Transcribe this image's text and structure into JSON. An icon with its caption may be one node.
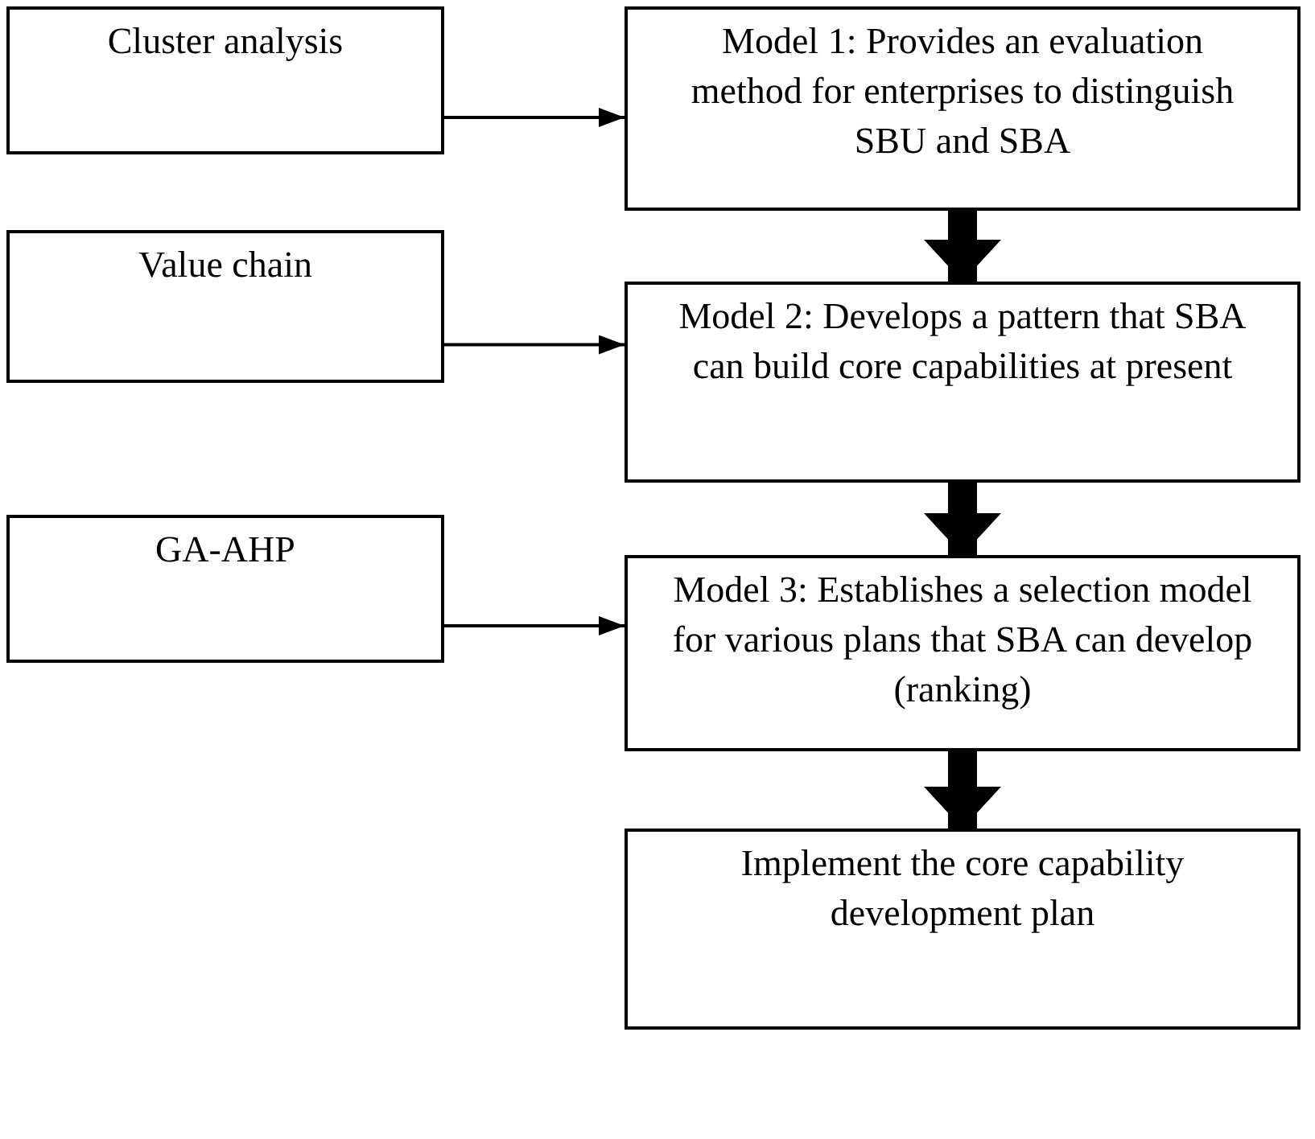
{
  "diagram": {
    "nodes": [
      {
        "text": [
          "Cluster analysis"
        ]
      },
      {
        "text": [
          "Model 1: Provides an evaluation method for enterprises to distinguish SBU and SBA"
        ]
      },
      {
        "text": [
          "Value chain"
        ]
      },
      {
        "text": [
          "Model 2: Develops a pattern that SBA can build core capabilities at present"
        ]
      },
      {
        "text": [
          "GA-AHP"
        ]
      },
      {
        "text": [
          "Model 3: Establishes a selection model for various plans that SBA can develop (ranking)"
        ]
      },
      {
        "text": [
          "Implement the core capability development plan"
        ]
      }
    ],
    "edges": [
      {
        "from": 0,
        "to": 1,
        "arrow": "to"
      },
      {
        "from": 1,
        "to": 3,
        "arrow": "to",
        "style": "thick"
      },
      {
        "from": 2,
        "to": 3,
        "arrow": "to"
      },
      {
        "from": 3,
        "to": 5,
        "arrow": "to",
        "style": "thick"
      },
      {
        "from": 4,
        "to": 5,
        "arrow": "to"
      },
      {
        "from": 5,
        "to": 6,
        "arrow": "to",
        "style": "thick"
      }
    ]
  }
}
